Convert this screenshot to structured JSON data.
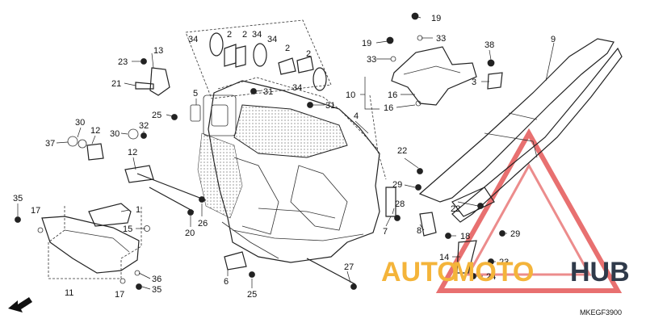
{
  "diagram": {
    "code": "MKEGF3900",
    "front_mark": "FR.",
    "watermark": {
      "part1": "AUTO",
      "part2": "MOTO",
      "part3": "HUB",
      "logo_color": "#e04040",
      "accent": "#f4b43a",
      "dark": "#2f3a4a"
    },
    "callouts": [
      {
        "text": "19"
      },
      {
        "text": "33"
      },
      {
        "text": "19"
      },
      {
        "text": "33"
      },
      {
        "text": "9"
      },
      {
        "text": "38"
      },
      {
        "text": "3"
      },
      {
        "text": "34"
      },
      {
        "text": "2"
      },
      {
        "text": "2"
      },
      {
        "text": "34"
      },
      {
        "text": "34"
      },
      {
        "text": "2"
      },
      {
        "text": "2"
      },
      {
        "text": "34"
      },
      {
        "text": "13"
      },
      {
        "text": "23"
      },
      {
        "text": "21"
      },
      {
        "text": "5"
      },
      {
        "text": "31"
      },
      {
        "text": "31"
      },
      {
        "text": "10"
      },
      {
        "text": "16"
      },
      {
        "text": "16"
      },
      {
        "text": "25"
      },
      {
        "text": "4"
      },
      {
        "text": "30"
      },
      {
        "text": "12"
      },
      {
        "text": "37"
      },
      {
        "text": "30"
      },
      {
        "text": "32"
      },
      {
        "text": "12"
      },
      {
        "text": "22"
      },
      {
        "text": "29"
      },
      {
        "text": "22"
      },
      {
        "text": "28"
      },
      {
        "text": "7"
      },
      {
        "text": "35"
      },
      {
        "text": "17"
      },
      {
        "text": "1"
      },
      {
        "text": "26"
      },
      {
        "text": "20"
      },
      {
        "text": "15"
      },
      {
        "text": "8"
      },
      {
        "text": "18"
      },
      {
        "text": "29"
      },
      {
        "text": "14"
      },
      {
        "text": "23"
      },
      {
        "text": "24"
      },
      {
        "text": "27"
      },
      {
        "text": "6"
      },
      {
        "text": "25"
      },
      {
        "text": "36"
      },
      {
        "text": "35"
      },
      {
        "text": "11"
      },
      {
        "text": "17"
      }
    ]
  }
}
